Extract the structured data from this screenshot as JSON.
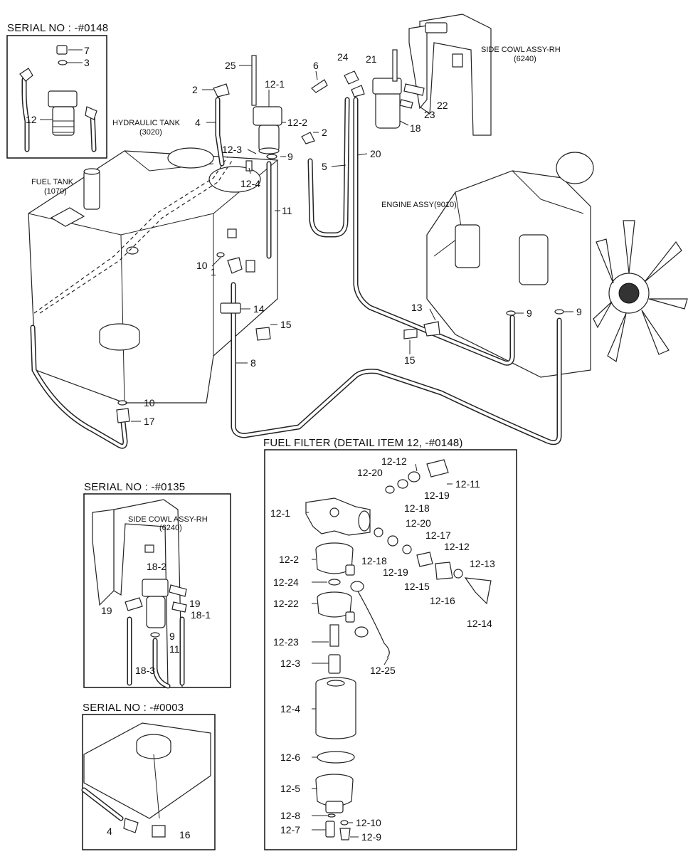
{
  "insets": {
    "serial_0148": "SERIAL NO : -#0148",
    "serial_0135": "SERIAL NO : -#0135",
    "serial_0003": "SERIAL NO : -#0003",
    "fuel_filter_detail": "FUEL FILTER (DETAIL ITEM 12, -#0148)"
  },
  "assemblies": {
    "side_cowl": "SIDE COWL ASSY-RH",
    "side_cowl_code": "(6240)",
    "hydraulic_tank": "HYDRAULIC TANK",
    "hydraulic_tank_code": "(3020)",
    "fuel_tank": "FUEL TANK",
    "fuel_tank_code": "(1070)",
    "engine": "ENGINE ASSY(9010)"
  },
  "callouts": {
    "main": [
      "7",
      "3",
      "12",
      "25",
      "12-1",
      "6",
      "24",
      "21",
      "2",
      "12-2",
      "4",
      "2",
      "12-3",
      "9",
      "12-4",
      "5",
      "20",
      "18",
      "22",
      "23",
      "11",
      "10",
      "1",
      "14",
      "15",
      "13",
      "9",
      "9",
      "15",
      "8",
      "10",
      "17"
    ],
    "detail": [
      "12-12",
      "12-20",
      "12-11",
      "12-19",
      "12-18",
      "12-1",
      "12-20",
      "12-17",
      "12-12",
      "12-13",
      "12-2",
      "12-18",
      "12-19",
      "12-15",
      "12-16",
      "12-24",
      "12-22",
      "12-14",
      "12-23",
      "12-25",
      "12-3",
      "12-4",
      "12-6",
      "12-5",
      "12-8",
      "12-10",
      "12-7",
      "12-9"
    ],
    "inset_0135": [
      "18-2",
      "19",
      "19",
      "18-1",
      "9",
      "11",
      "18-3"
    ],
    "inset_0003": [
      "4",
      "16"
    ]
  }
}
